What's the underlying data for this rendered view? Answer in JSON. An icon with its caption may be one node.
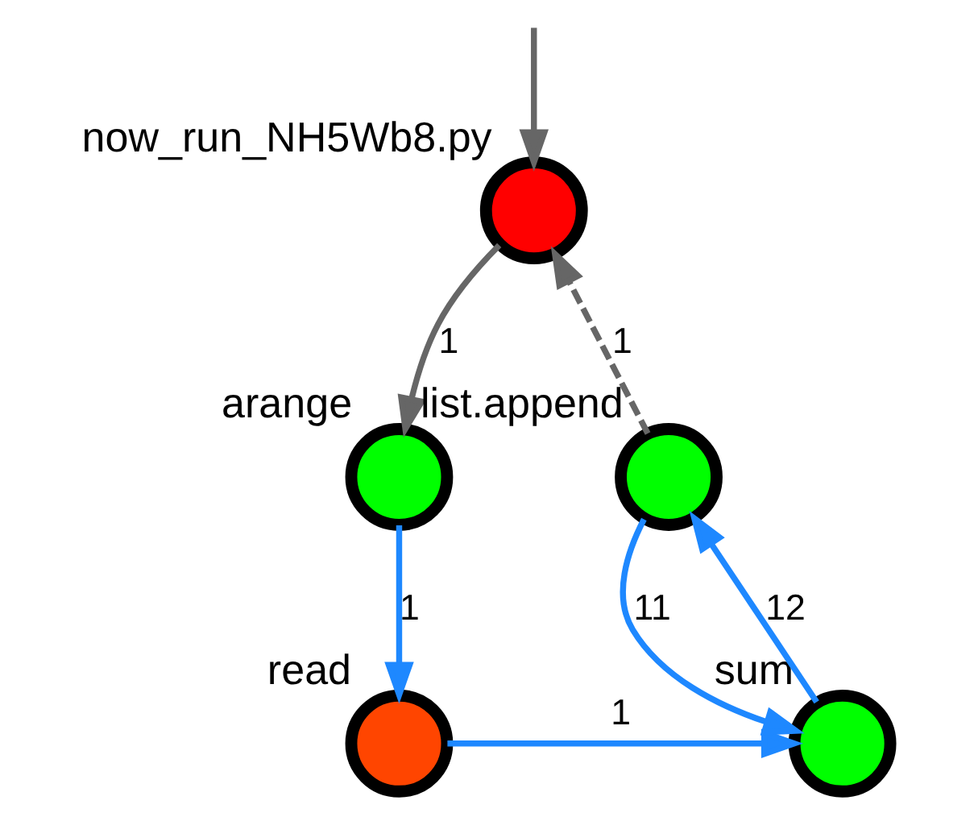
{
  "diagram": {
    "nodes": [
      {
        "text": [],
        "shape": "circle",
        "beside": [
          "now_run_NH5Wb8.py"
        ]
      },
      {
        "text": [],
        "shape": "circle",
        "beside": [
          "arange"
        ]
      },
      {
        "text": [],
        "shape": "circle",
        "beside": [
          "read"
        ]
      },
      {
        "text": [],
        "shape": "circle",
        "beside": [
          "sum"
        ]
      },
      {
        "text": [],
        "shape": "circle",
        "beside": [
          "list.append"
        ]
      }
    ],
    "edges": [
      {
        "from": null,
        "to": 0,
        "arrow": "to",
        "color": "#666666"
      },
      {
        "from": 0,
        "to": 1,
        "arrow": "to",
        "label": "1",
        "color": "#666666"
      },
      {
        "from": 1,
        "to": 2,
        "arrow": "to",
        "label": "1"
      },
      {
        "from": 2,
        "to": 3,
        "arrow": "to",
        "label": "1"
      },
      {
        "from": 4,
        "to": 3,
        "arrow": "to",
        "label": "11"
      },
      {
        "from": 3,
        "to": 4,
        "arrow": "to",
        "label": "12"
      },
      {
        "from": 4,
        "to": 0,
        "arrow": "to",
        "label": "1",
        "style": "dashed",
        "color": "#666666"
      }
    ]
  }
}
